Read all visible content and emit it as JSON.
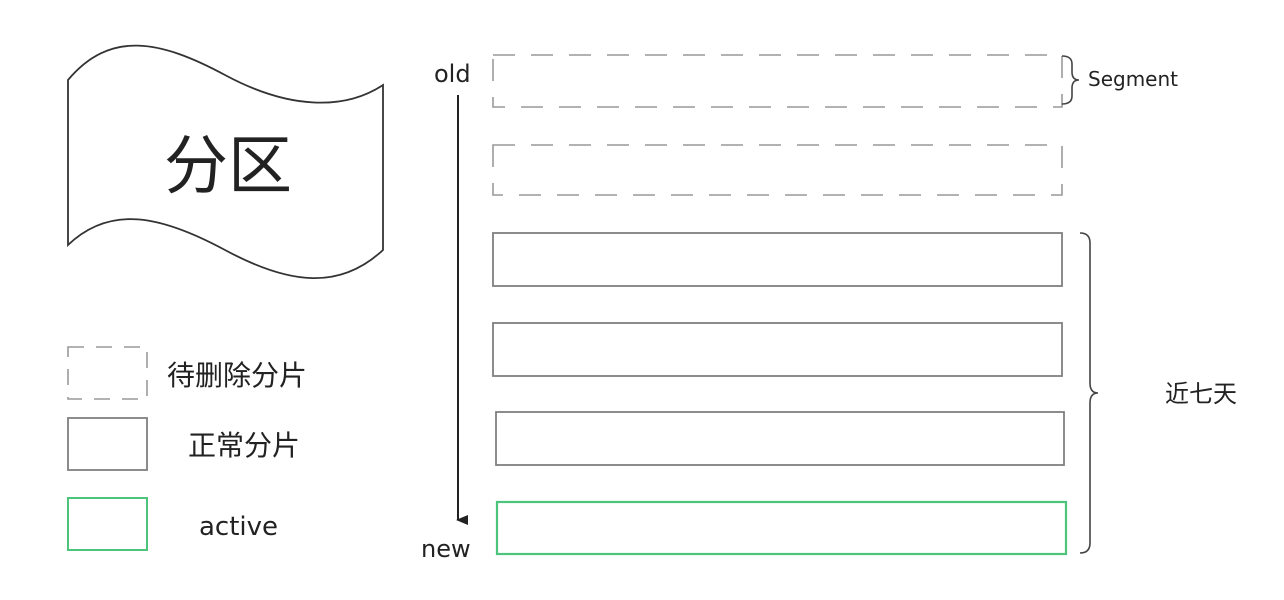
{
  "partition": {
    "label": "分区"
  },
  "axis": {
    "top_label": "old",
    "bottom_label": "new"
  },
  "annotations": {
    "segment": "Segment",
    "recent": "近七天"
  },
  "legend": [
    {
      "style": "dashed",
      "label": "待删除分片"
    },
    {
      "style": "normal",
      "label": "正常分片"
    },
    {
      "style": "active",
      "label": "active"
    }
  ],
  "segments": [
    "dashed",
    "dashed",
    "normal",
    "normal",
    "normal",
    "active"
  ],
  "colors": {
    "dashed_border": "#999999",
    "normal_border": "#7f7f7f",
    "active_border": "#4cc47c",
    "line": "#333333"
  }
}
